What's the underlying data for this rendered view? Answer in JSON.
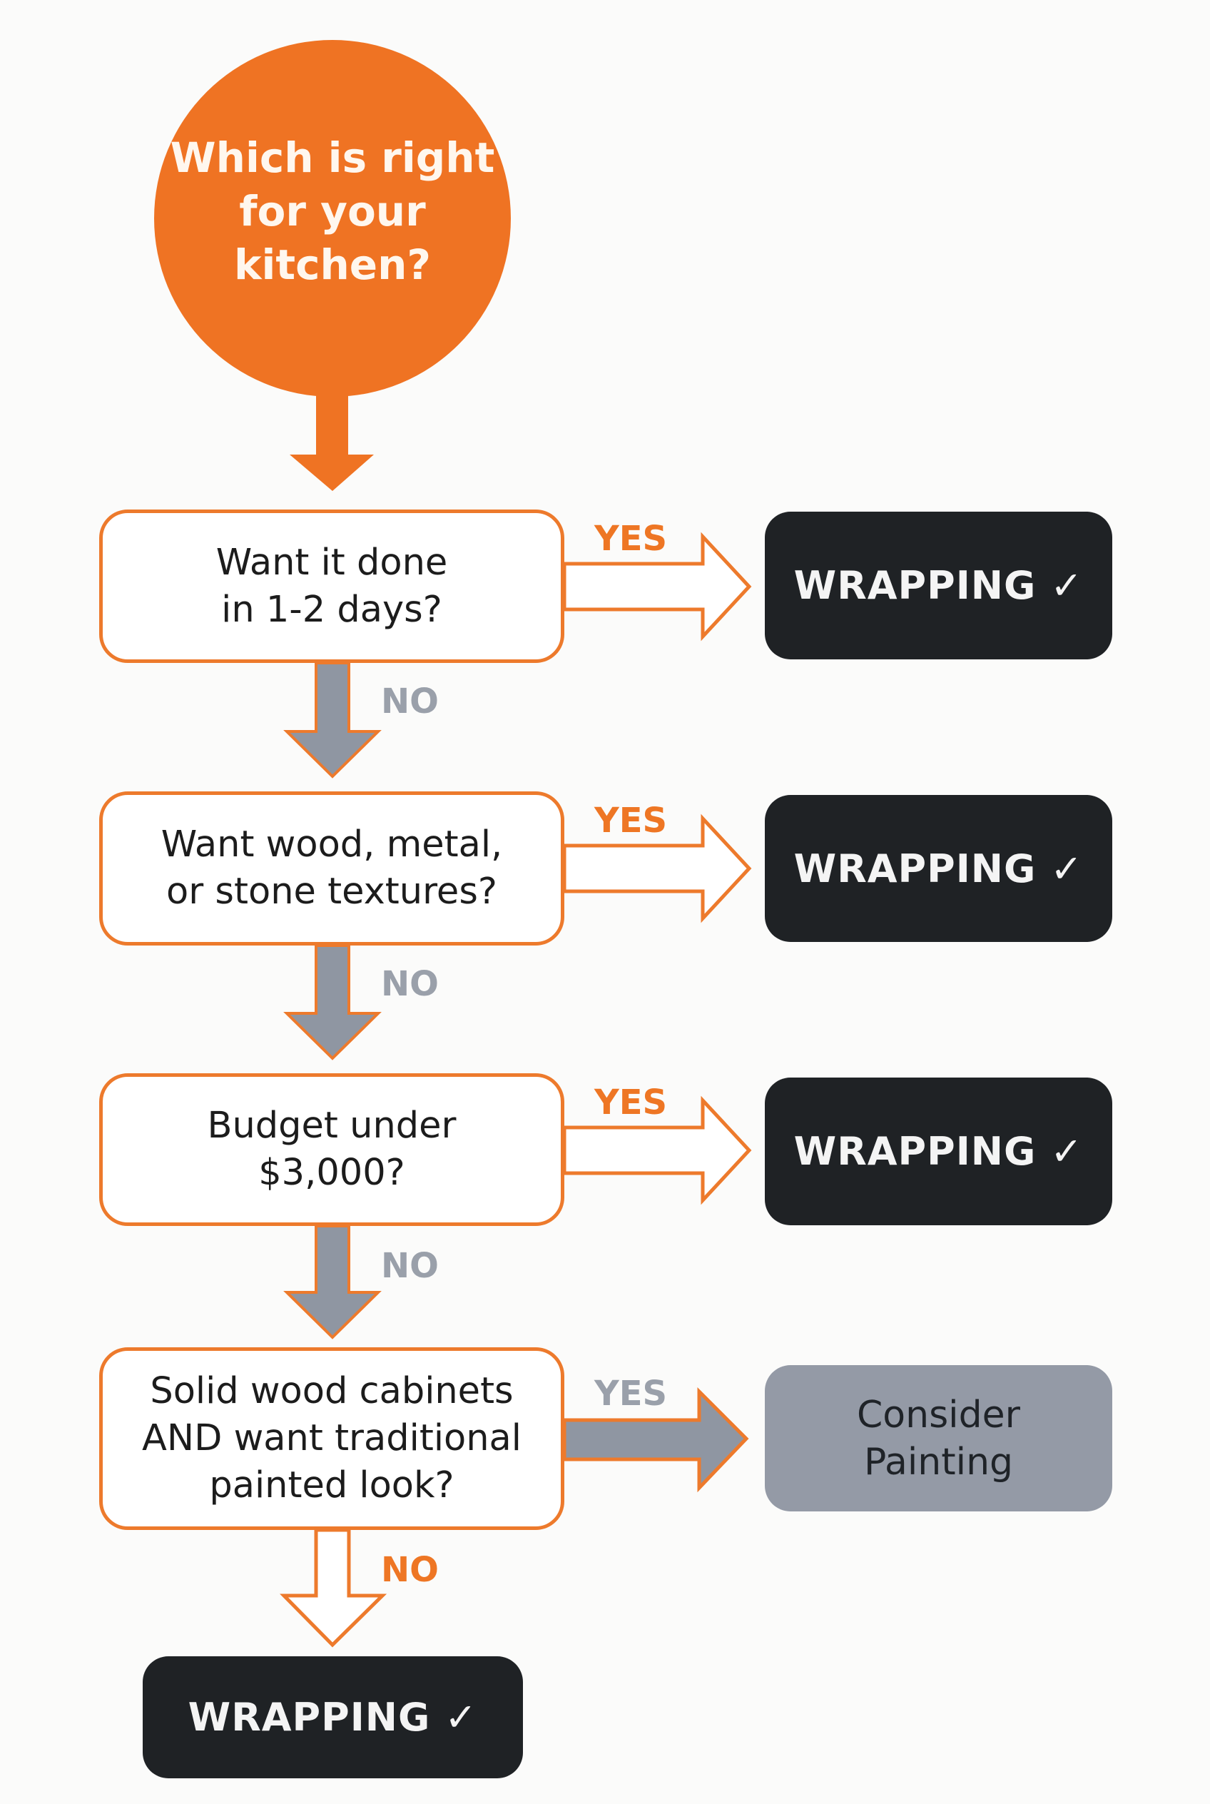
{
  "title": "Which is right for your kitchen?",
  "colors": {
    "accent": "#ef7323",
    "dark": "#1f2225",
    "gray": "#949aa6",
    "background": "#fbfbfa"
  },
  "steps": [
    {
      "question": "Want it done\nin 1-2 days?",
      "yes_label": "YES",
      "no_label": "NO",
      "result": "WRAPPING ✓"
    },
    {
      "question": "Want wood, metal,\nor stone textures?",
      "yes_label": "YES",
      "no_label": "NO",
      "result": "WRAPPING ✓"
    },
    {
      "question": "Budget under\n$3,000?",
      "yes_label": "YES",
      "no_label": "NO",
      "result": "WRAPPING ✓"
    },
    {
      "question": "Solid wood cabinets\nAND want traditional\npainted look?",
      "yes_label": "YES",
      "no_label": "NO",
      "result": "Consider\nPainting"
    }
  ],
  "final_result": "WRAPPING ✓"
}
